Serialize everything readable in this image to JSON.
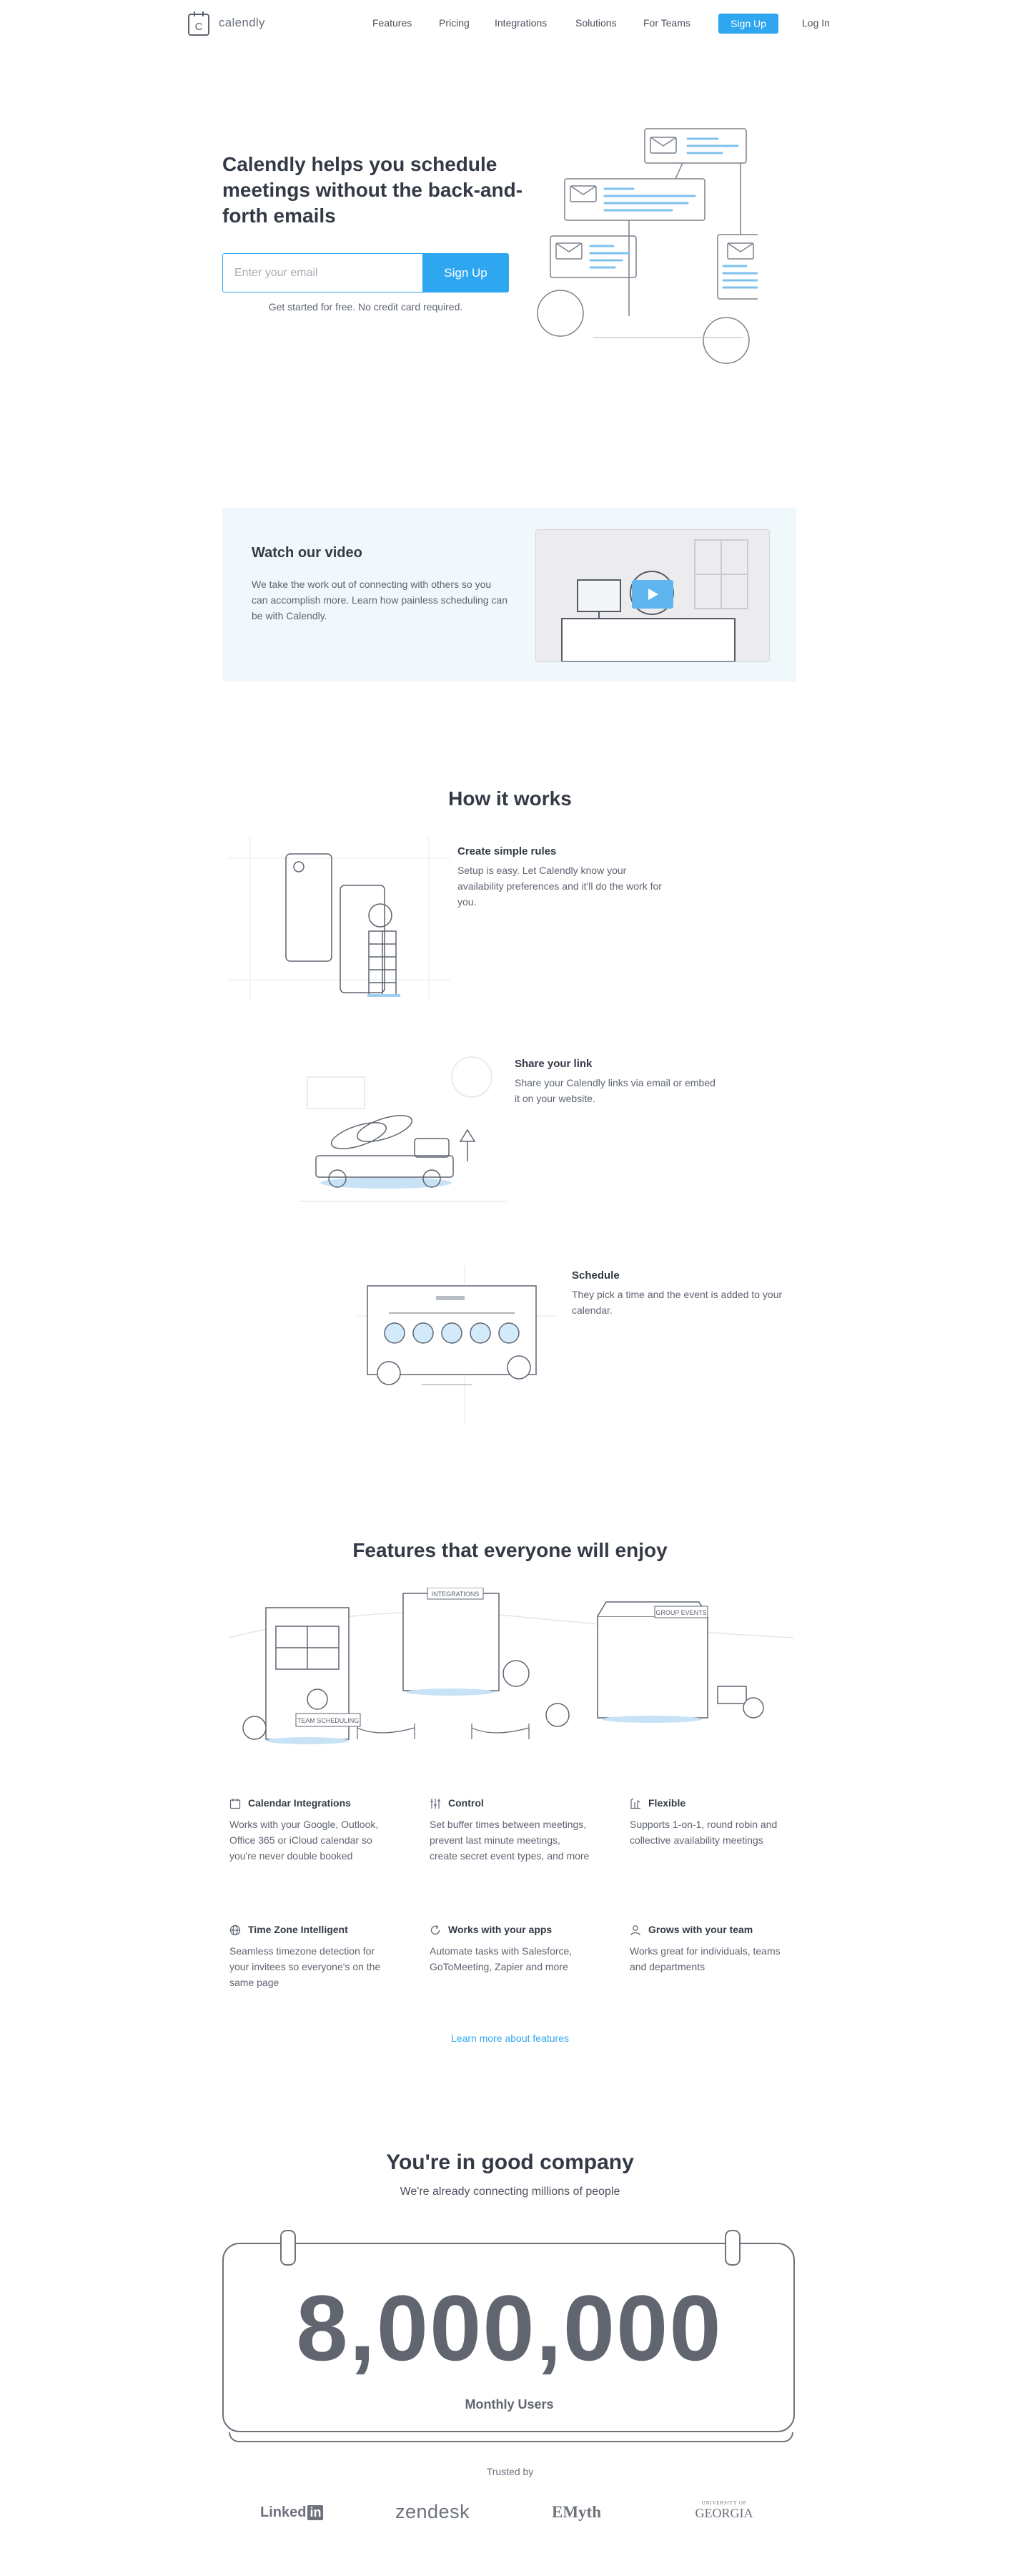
{
  "header": {
    "logo_text": "calendly",
    "logo_letter": "C",
    "nav": [
      "Features",
      "Pricing",
      "Integrations",
      "Solutions",
      "For Teams"
    ],
    "signup_label": "Sign Up",
    "login_label": "Log In"
  },
  "hero": {
    "title": "Calendly helps you schedule meetings without the back-and-forth emails",
    "email_placeholder": "Enter your email",
    "signup_label": "Sign Up",
    "note": "Get started for free. No credit card required."
  },
  "video": {
    "title": "Watch our video",
    "description": "We take the work out of connecting with others so you can accomplish more. Learn how painless scheduling can be with Calendly."
  },
  "how_it_works": {
    "title": "How it works",
    "steps": [
      {
        "title": "Create simple rules",
        "desc": "Setup is easy. Let Calendly know your availability preferences and it'll do the work for you."
      },
      {
        "title": "Share your link",
        "desc": "Share your Calendly links via email or embed it on your website."
      },
      {
        "title": "Schedule",
        "desc": "They pick a time and the event is added to your calendar."
      }
    ]
  },
  "illustration_text": {
    "integrations_sign": "INTEGRATIONS",
    "team_scheduling_sign": "TEAM SCHEDULING",
    "group_events_sign": "GROUP EVENTS"
  },
  "features": {
    "title": "Features that everyone will enjoy",
    "items": [
      {
        "title": "Calendar Integrations",
        "desc": "Works with your Google, Outlook, Office 365 or iCloud calendar so you're never double booked",
        "icon": "calendar-icon"
      },
      {
        "title": "Control",
        "desc": "Set buffer times between meetings, prevent last minute meetings, create secret event types, and more",
        "icon": "sliders-icon"
      },
      {
        "title": "Flexible",
        "desc": "Supports 1-on-1, round robin and collective availability meetings",
        "icon": "flexible-icon"
      },
      {
        "title": "Time Zone Intelligent",
        "desc": "Seamless timezone detection for your invitees so everyone's on the same page",
        "icon": "globe-icon"
      },
      {
        "title": "Works with your apps",
        "desc": "Automate tasks with Salesforce, GoToMeeting, Zapier and more",
        "icon": "sync-icon"
      },
      {
        "title": "Grows with your team",
        "desc": "Works great for individuals, teams and departments",
        "icon": "user-icon"
      }
    ],
    "learn_more": "Learn more about features"
  },
  "company": {
    "title": "You're in good company",
    "subtitle": "We're already connecting millions of people",
    "count": "8,000,000",
    "count_label": "Monthly Users",
    "trusted_label": "Trusted by",
    "logos": {
      "linkedin_a": "Linked",
      "linkedin_b": "in",
      "zendesk": "zendesk",
      "emyth": "EMyth",
      "georgia_small": "UNIVERSITY OF",
      "georgia_big": "GEORGIA"
    }
  },
  "colors": {
    "accent": "#2fa6f0",
    "heading": "#343a45",
    "body": "#5d6470",
    "video_bg": "#f1f8fc"
  }
}
